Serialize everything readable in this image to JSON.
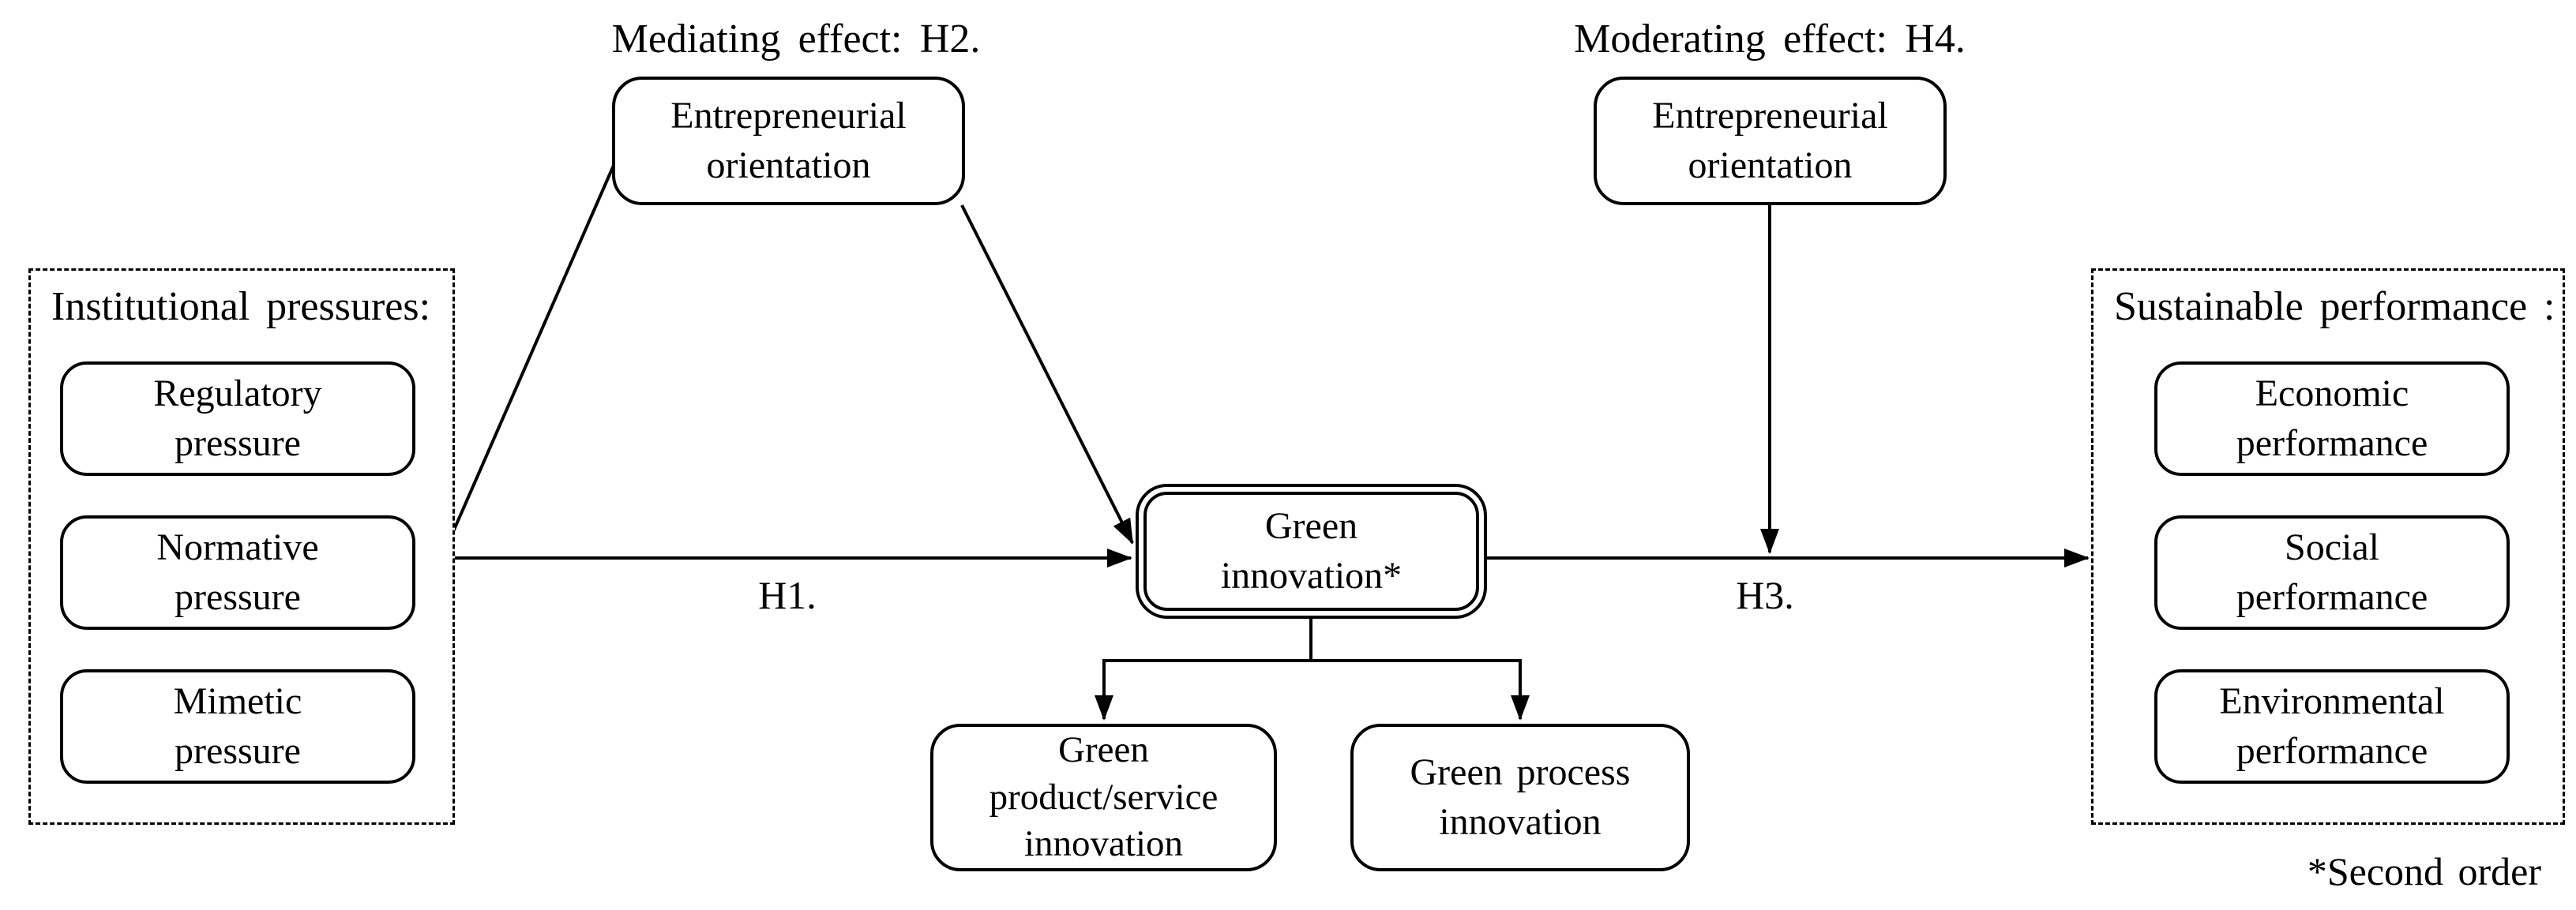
{
  "colors": {
    "ink": "#000000",
    "background": "#ffffff"
  },
  "hypotheses": {
    "h2_caption": "Mediating effect: H2.",
    "h4_caption": "Moderating effect: H4.",
    "h1_label": "H1.",
    "h3_label": "H3."
  },
  "mediator_box": {
    "label": "Entrepreneurial orientation"
  },
  "moderator_box": {
    "label": "Entrepreneurial orientation"
  },
  "left_panel": {
    "title": "Institutional pressures:",
    "items": [
      {
        "label": "Regulatory pressure"
      },
      {
        "label": "Normative pressure"
      },
      {
        "label": "Mimetic pressure"
      }
    ]
  },
  "center_box": {
    "label": "Green innovation*"
  },
  "sub_boxes": [
    {
      "label": "Green product/service innovation"
    },
    {
      "label": "Green process innovation"
    }
  ],
  "right_panel": {
    "title": "Sustainable performance :",
    "items": [
      {
        "label": "Economic performance"
      },
      {
        "label": "Social performance"
      },
      {
        "label": "Environmental performance"
      }
    ]
  },
  "footnote": "*Second order"
}
